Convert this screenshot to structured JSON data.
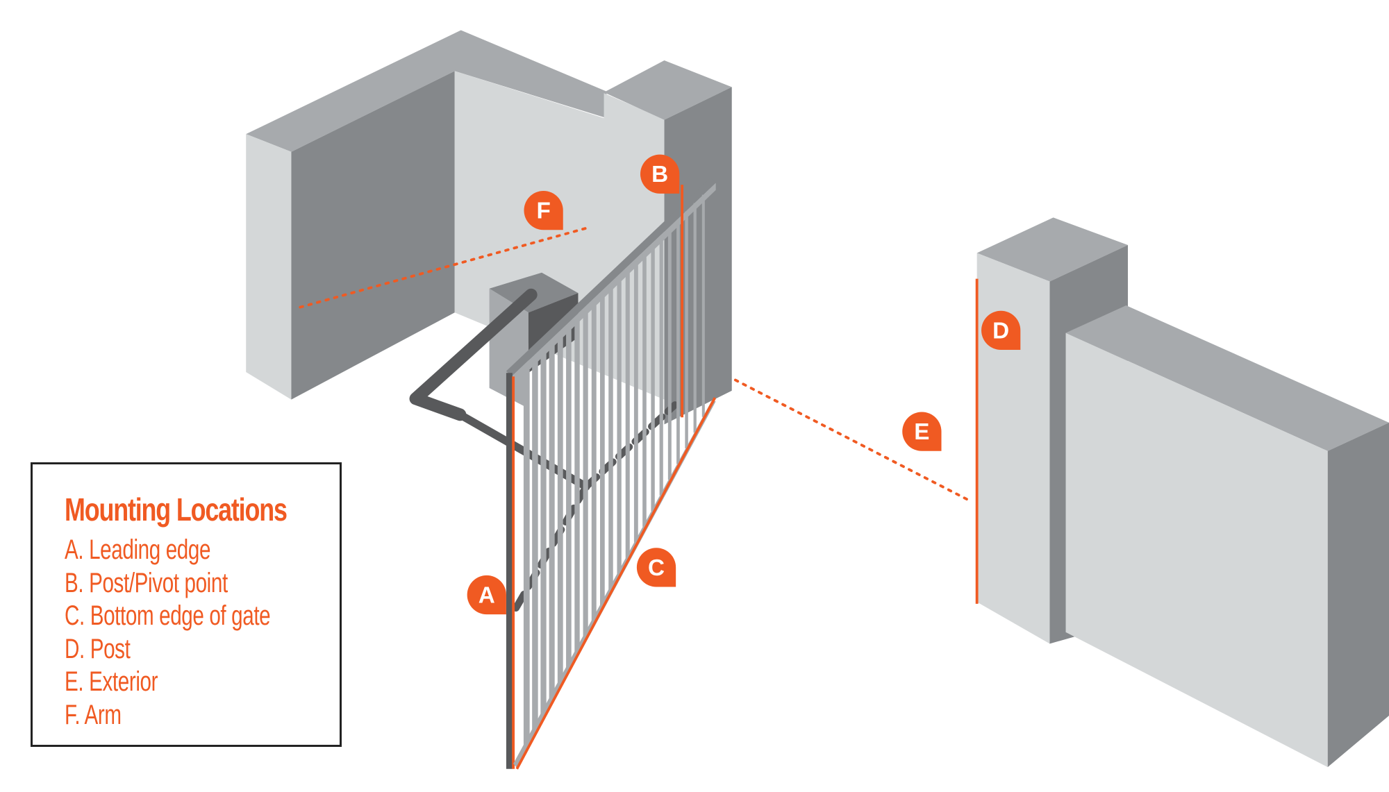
{
  "title": "Mounting Locations",
  "colors": {
    "accent": "#f05a22",
    "wall_top": "#a7aaad",
    "wall_front": "#d4d7d8",
    "wall_side": "#85888b",
    "arm": "#58595b"
  },
  "legend": {
    "title": "Mounting Locations",
    "items": [
      {
        "key": "A",
        "label": "A. Leading edge"
      },
      {
        "key": "B",
        "label": "B. Post/Pivot point"
      },
      {
        "key": "C",
        "label": "C. Bottom edge of gate"
      },
      {
        "key": "D",
        "label": "D. Post"
      },
      {
        "key": "E",
        "label": "E. Exterior"
      },
      {
        "key": "F",
        "label": "F. Arm"
      }
    ]
  },
  "markers": {
    "A": "A",
    "B": "B",
    "C": "C",
    "D": "D",
    "E": "E",
    "F": "F"
  }
}
